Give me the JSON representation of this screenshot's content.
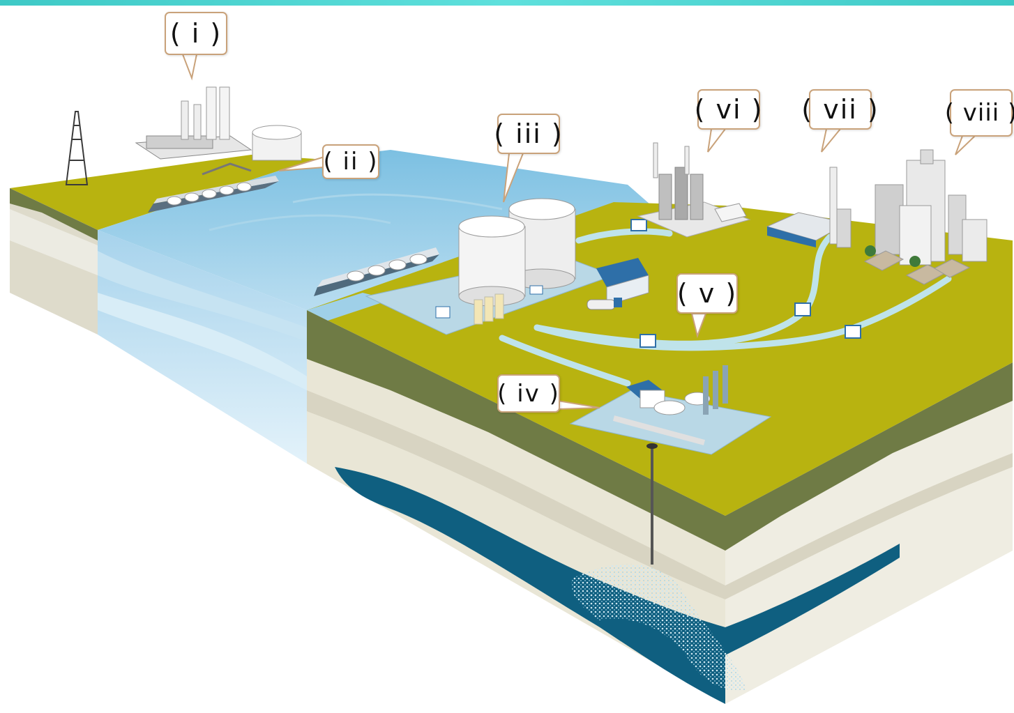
{
  "diagram": {
    "labels": [
      {
        "id": "i",
        "text": "( i )"
      },
      {
        "id": "ii",
        "text": "( ii )"
      },
      {
        "id": "iii",
        "text": "( iii )"
      },
      {
        "id": "iv",
        "text": "( iv )"
      },
      {
        "id": "v",
        "text": "( v )"
      },
      {
        "id": "vi",
        "text": "( vi )"
      },
      {
        "id": "vii",
        "text": "( vii )"
      },
      {
        "id": "viii",
        "text": "( viii )"
      }
    ]
  },
  "colors": {
    "accent_bar": "#4fd6d2",
    "grass": "#b8b310",
    "sea": "#8ec8e4",
    "soil_light": "#e9e6d6",
    "soil_dark": "#6f7b45",
    "aquifer": "#0f5f80",
    "callout_border": "#c9a27a"
  }
}
